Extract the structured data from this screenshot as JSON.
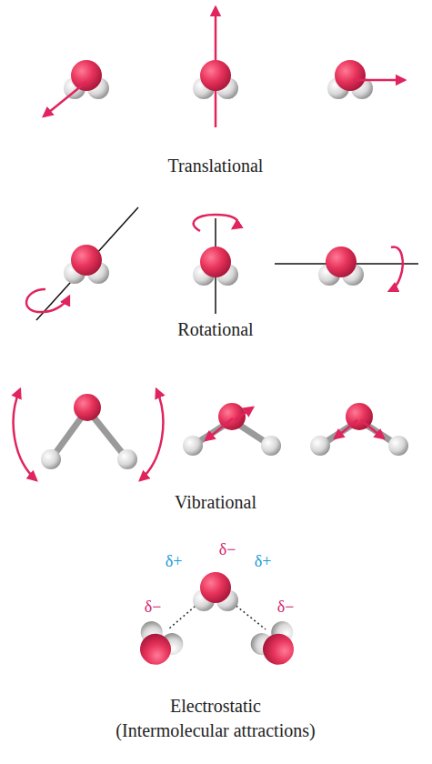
{
  "diagram": {
    "labels": [
      "Translational",
      "Rotational",
      "Vibrational",
      "δ−",
      "δ+",
      "δ+",
      "δ−",
      "δ−",
      "Electrostatic",
      "(Intermolecular attractions)"
    ]
  }
}
